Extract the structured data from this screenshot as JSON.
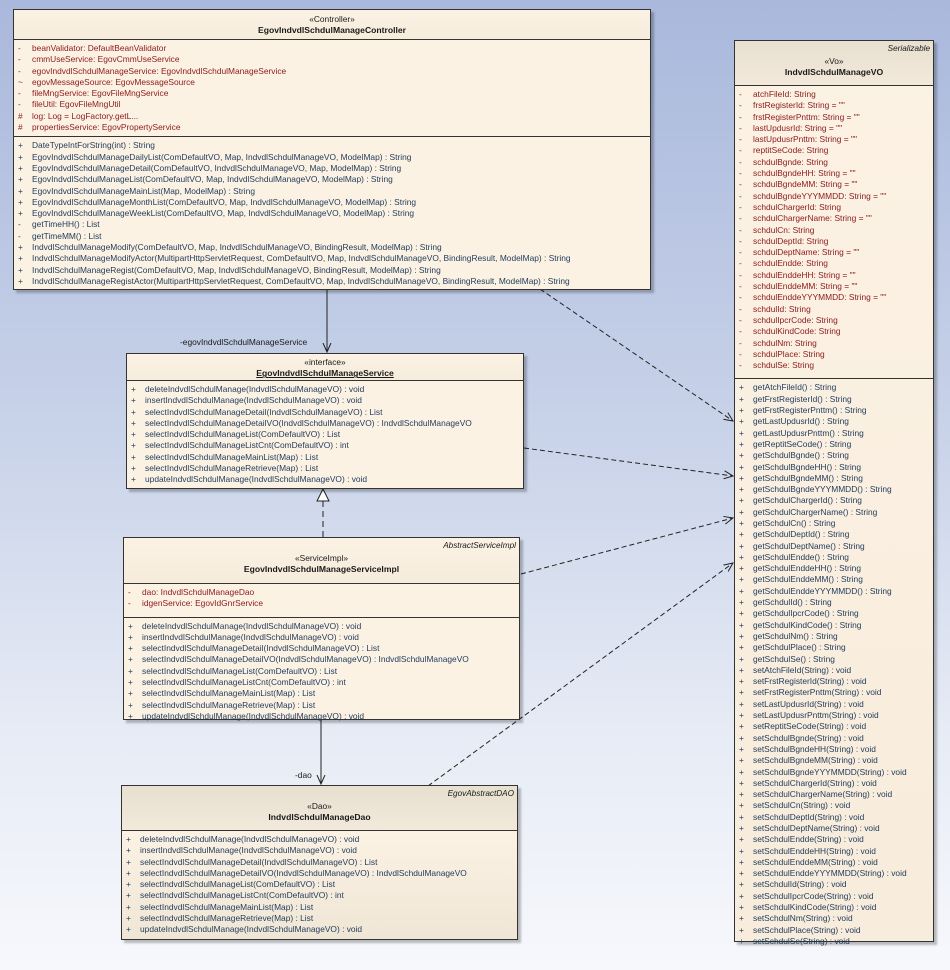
{
  "controller": {
    "stereotype": "«Controller»",
    "name": "EgovIndvdlSchdulManageController",
    "attributes": [
      {
        "vis": "-",
        "text": "beanValidator:  DefaultBeanValidator"
      },
      {
        "vis": "-",
        "text": "cmmUseService:  EgovCmmUseService"
      },
      {
        "vis": "-",
        "text": "egovIndvdlSchdulManageService:  EgovIndvdlSchdulManageService"
      },
      {
        "vis": "~",
        "text": "egovMessageSource:  EgovMessageSource"
      },
      {
        "vis": "-",
        "text": "fileMngService:  EgovFileMngService"
      },
      {
        "vis": "-",
        "text": "fileUtil:  EgovFileMngUtil"
      },
      {
        "vis": "#",
        "text": "log:  Log = LogFactory.getL..."
      },
      {
        "vis": "#",
        "text": "propertiesService:  EgovPropertyService"
      }
    ],
    "operations": [
      {
        "vis": "+",
        "text": "DateTypeIntForString(int) : String"
      },
      {
        "vis": "+",
        "text": "EgovIndvdlSchdulManageDailyList(ComDefaultVO, Map, IndvdlSchdulManageVO, ModelMap) : String"
      },
      {
        "vis": "+",
        "text": "EgovIndvdlSchdulManageDetail(ComDefaultVO, IndvdlSchdulManageVO, Map, ModelMap) : String"
      },
      {
        "vis": "+",
        "text": "EgovIndvdlSchdulManageList(ComDefaultVO, Map, IndvdlSchdulManageVO, ModelMap) : String"
      },
      {
        "vis": "+",
        "text": "EgovIndvdlSchdulManageMainList(Map, ModelMap) : String"
      },
      {
        "vis": "+",
        "text": "EgovIndvdlSchdulManageMonthList(ComDefaultVO, Map, IndvdlSchdulManageVO, ModelMap) : String"
      },
      {
        "vis": "+",
        "text": "EgovIndvdlSchdulManageWeekList(ComDefaultVO, Map, IndvdlSchdulManageVO, ModelMap) : String"
      },
      {
        "vis": "-",
        "text": "getTimeHH() : List"
      },
      {
        "vis": "-",
        "text": "getTimeMM() : List"
      },
      {
        "vis": "+",
        "text": "IndvdlSchdulManageModify(ComDefaultVO, Map, IndvdlSchdulManageVO, BindingResult, ModelMap) : String"
      },
      {
        "vis": "+",
        "text": "IndvdlSchdulManageModifyActor(MultipartHttpServletRequest, ComDefaultVO, Map, IndvdlSchdulManageVO, BindingResult, ModelMap) : String"
      },
      {
        "vis": "+",
        "text": "IndvdlSchdulManageRegist(ComDefaultVO, Map, IndvdlSchdulManageVO, BindingResult, ModelMap) : String"
      },
      {
        "vis": "+",
        "text": "IndvdlSchdulManageRegistActor(MultipartHttpServletRequest, ComDefaultVO, Map, IndvdlSchdulManageVO, BindingResult, ModelMap) : String"
      }
    ]
  },
  "service": {
    "stereotype": "«interface»",
    "name": "EgovIndvdlSchdulManageService",
    "association_label": "-egovIndvdlSchdulManageService",
    "operations": [
      {
        "vis": "+",
        "text": "deleteIndvdlSchdulManage(IndvdlSchdulManageVO) : void"
      },
      {
        "vis": "+",
        "text": "insertIndvdlSchdulManage(IndvdlSchdulManageVO) : void"
      },
      {
        "vis": "+",
        "text": "selectIndvdlSchdulManageDetail(IndvdlSchdulManageVO) : List"
      },
      {
        "vis": "+",
        "text": "selectIndvdlSchdulManageDetailVO(IndvdlSchdulManageVO) : IndvdlSchdulManageVO"
      },
      {
        "vis": "+",
        "text": "selectIndvdlSchdulManageList(ComDefaultVO) : List"
      },
      {
        "vis": "+",
        "text": "selectIndvdlSchdulManageListCnt(ComDefaultVO) : int"
      },
      {
        "vis": "+",
        "text": "selectIndvdlSchdulManageMainList(Map) : List"
      },
      {
        "vis": "+",
        "text": "selectIndvdlSchdulManageRetrieve(Map) : List"
      },
      {
        "vis": "+",
        "text": "updateIndvdlSchdulManage(IndvdlSchdulManageVO) : void"
      }
    ]
  },
  "serviceImpl": {
    "parent": "AbstractServiceImpl",
    "stereotype": "«ServiceImpl»",
    "name": "EgovIndvdlSchdulManageServiceImpl",
    "attributes": [
      {
        "vis": "-",
        "text": "dao:  IndvdlSchdulManageDao"
      },
      {
        "vis": "-",
        "text": "idgenService:  EgovIdGnrService"
      }
    ],
    "operations": [
      {
        "vis": "+",
        "text": "deleteIndvdlSchdulManage(IndvdlSchdulManageVO) : void"
      },
      {
        "vis": "+",
        "text": "insertIndvdlSchdulManage(IndvdlSchdulManageVO) : void"
      },
      {
        "vis": "+",
        "text": "selectIndvdlSchdulManageDetail(IndvdlSchdulManageVO) : List"
      },
      {
        "vis": "+",
        "text": "selectIndvdlSchdulManageDetailVO(IndvdlSchdulManageVO) : IndvdlSchdulManageVO"
      },
      {
        "vis": "+",
        "text": "selectIndvdlSchdulManageList(ComDefaultVO) : List"
      },
      {
        "vis": "+",
        "text": "selectIndvdlSchdulManageListCnt(ComDefaultVO) : int"
      },
      {
        "vis": "+",
        "text": "selectIndvdlSchdulManageMainList(Map) : List"
      },
      {
        "vis": "+",
        "text": "selectIndvdlSchdulManageRetrieve(Map) : List"
      },
      {
        "vis": "+",
        "text": "updateIndvdlSchdulManage(IndvdlSchdulManageVO) : void"
      }
    ]
  },
  "dao": {
    "parent": "EgovAbstractDAO",
    "stereotype": "«Dao»",
    "name": "IndvdlSchdulManageDao",
    "association_label": "-dao",
    "operations": [
      {
        "vis": "+",
        "text": "deleteIndvdlSchdulManage(IndvdlSchdulManageVO) : void"
      },
      {
        "vis": "+",
        "text": "insertIndvdlSchdulManage(IndvdlSchdulManageVO) : void"
      },
      {
        "vis": "+",
        "text": "selectIndvdlSchdulManageDetail(IndvdlSchdulManageVO) : List"
      },
      {
        "vis": "+",
        "text": "selectIndvdlSchdulManageDetailVO(IndvdlSchdulManageVO) : IndvdlSchdulManageVO"
      },
      {
        "vis": "+",
        "text": "selectIndvdlSchdulManageList(ComDefaultVO) : List"
      },
      {
        "vis": "+",
        "text": "selectIndvdlSchdulManageListCnt(ComDefaultVO) : int"
      },
      {
        "vis": "+",
        "text": "selectIndvdlSchdulManageMainList(Map) : List"
      },
      {
        "vis": "+",
        "text": "selectIndvdlSchdulManageRetrieve(Map) : List"
      },
      {
        "vis": "+",
        "text": "updateIndvdlSchdulManage(IndvdlSchdulManageVO) : void"
      }
    ]
  },
  "vo": {
    "parent": "Serializable",
    "stereotype": "«Vo»",
    "name": "IndvdlSchdulManageVO",
    "attributes": [
      {
        "vis": "-",
        "text": "atchFileId:  String"
      },
      {
        "vis": "-",
        "text": "frstRegisterId:  String = \"\""
      },
      {
        "vis": "-",
        "text": "frstRegisterPnttm:  String = \"\""
      },
      {
        "vis": "-",
        "text": "lastUpdusrId:  String = \"\""
      },
      {
        "vis": "-",
        "text": "lastUpdusrPnttm:  String = \"\""
      },
      {
        "vis": "-",
        "text": "reptitSeCode:  String"
      },
      {
        "vis": "-",
        "text": "schdulBgnde:  String"
      },
      {
        "vis": "-",
        "text": "schdulBgndeHH:  String = \"\""
      },
      {
        "vis": "-",
        "text": "schdulBgndeMM:  String = \"\""
      },
      {
        "vis": "-",
        "text": "schdulBgndeYYYMMDD:  String = \"\""
      },
      {
        "vis": "-",
        "text": "schdulChargerId:  String"
      },
      {
        "vis": "-",
        "text": "schdulChargerName:  String = \"\""
      },
      {
        "vis": "-",
        "text": "schdulCn:  String"
      },
      {
        "vis": "-",
        "text": "schdulDeptId:  String"
      },
      {
        "vis": "-",
        "text": "schdulDeptName:  String = \"\""
      },
      {
        "vis": "-",
        "text": "schdulEndde:  String"
      },
      {
        "vis": "-",
        "text": "schdulEnddeHH:  String = \"\""
      },
      {
        "vis": "-",
        "text": "schdulEnddeMM:  String = \"\""
      },
      {
        "vis": "-",
        "text": "schdulEnddeYYYMMDD:  String = \"\""
      },
      {
        "vis": "-",
        "text": "schdulId:  String"
      },
      {
        "vis": "-",
        "text": "schdulIpcrCode:  String"
      },
      {
        "vis": "-",
        "text": "schdulKindCode:  String"
      },
      {
        "vis": "-",
        "text": "schdulNm:  String"
      },
      {
        "vis": "-",
        "text": "schdulPlace:  String"
      },
      {
        "vis": "-",
        "text": "schdulSe:  String"
      }
    ],
    "operations": [
      {
        "vis": "+",
        "text": "getAtchFileId() : String"
      },
      {
        "vis": "+",
        "text": "getFrstRegisterId() : String"
      },
      {
        "vis": "+",
        "text": "getFrstRegisterPnttm() : String"
      },
      {
        "vis": "+",
        "text": "getLastUpdusrId() : String"
      },
      {
        "vis": "+",
        "text": "getLastUpdusrPnttm() : String"
      },
      {
        "vis": "+",
        "text": "getReptitSeCode() : String"
      },
      {
        "vis": "+",
        "text": "getSchdulBgnde() : String"
      },
      {
        "vis": "+",
        "text": "getSchdulBgndeHH() : String"
      },
      {
        "vis": "+",
        "text": "getSchdulBgndeMM() : String"
      },
      {
        "vis": "+",
        "text": "getSchdulBgndeYYYMMDD() : String"
      },
      {
        "vis": "+",
        "text": "getSchdulChargerId() : String"
      },
      {
        "vis": "+",
        "text": "getSchdulChargerName() : String"
      },
      {
        "vis": "+",
        "text": "getSchdulCn() : String"
      },
      {
        "vis": "+",
        "text": "getSchdulDeptId() : String"
      },
      {
        "vis": "+",
        "text": "getSchdulDeptName() : String"
      },
      {
        "vis": "+",
        "text": "getSchdulEndde() : String"
      },
      {
        "vis": "+",
        "text": "getSchdulEnddeHH() : String"
      },
      {
        "vis": "+",
        "text": "getSchdulEnddeMM() : String"
      },
      {
        "vis": "+",
        "text": "getSchdulEnddeYYYMMDD() : String"
      },
      {
        "vis": "+",
        "text": "getSchdulId() : String"
      },
      {
        "vis": "+",
        "text": "getSchdulIpcrCode() : String"
      },
      {
        "vis": "+",
        "text": "getSchdulKindCode() : String"
      },
      {
        "vis": "+",
        "text": "getSchdulNm() : String"
      },
      {
        "vis": "+",
        "text": "getSchdulPlace() : String"
      },
      {
        "vis": "+",
        "text": "getSchdulSe() : String"
      },
      {
        "vis": "+",
        "text": "setAtchFileId(String) : void"
      },
      {
        "vis": "+",
        "text": "setFrstRegisterId(String) : void"
      },
      {
        "vis": "+",
        "text": "setFrstRegisterPnttm(String) : void"
      },
      {
        "vis": "+",
        "text": "setLastUpdusrId(String) : void"
      },
      {
        "vis": "+",
        "text": "setLastUpdusrPnttm(String) : void"
      },
      {
        "vis": "+",
        "text": "setReptitSeCode(String) : void"
      },
      {
        "vis": "+",
        "text": "setSchdulBgnde(String) : void"
      },
      {
        "vis": "+",
        "text": "setSchdulBgndeHH(String) : void"
      },
      {
        "vis": "+",
        "text": "setSchdulBgndeMM(String) : void"
      },
      {
        "vis": "+",
        "text": "setSchdulBgndeYYYMMDD(String) : void"
      },
      {
        "vis": "+",
        "text": "setSchdulChargerId(String) : void"
      },
      {
        "vis": "+",
        "text": "setSchdulChargerName(String) : void"
      },
      {
        "vis": "+",
        "text": "setSchdulCn(String) : void"
      },
      {
        "vis": "+",
        "text": "setSchdulDeptId(String) : void"
      },
      {
        "vis": "+",
        "text": "setSchdulDeptName(String) : void"
      },
      {
        "vis": "+",
        "text": "setSchdulEndde(String) : void"
      },
      {
        "vis": "+",
        "text": "setSchdulEnddeHH(String) : void"
      },
      {
        "vis": "+",
        "text": "setSchdulEnddeMM(String) : void"
      },
      {
        "vis": "+",
        "text": "setSchdulEnddeYYYMMDD(String) : void"
      },
      {
        "vis": "+",
        "text": "setSchdulId(String) : void"
      },
      {
        "vis": "+",
        "text": "setSchdulIpcrCode(String) : void"
      },
      {
        "vis": "+",
        "text": "setSchdulKindCode(String) : void"
      },
      {
        "vis": "+",
        "text": "setSchdulNm(String) : void"
      },
      {
        "vis": "+",
        "text": "setSchdulPlace(String) : void"
      },
      {
        "vis": "+",
        "text": "setSchdulSe(String) : void"
      }
    ]
  },
  "colors": {
    "attribute_text": "#8b1a1a",
    "operation_text": "#1e3a5a",
    "class_fill": "#fcf2e4",
    "border": "#333333"
  }
}
